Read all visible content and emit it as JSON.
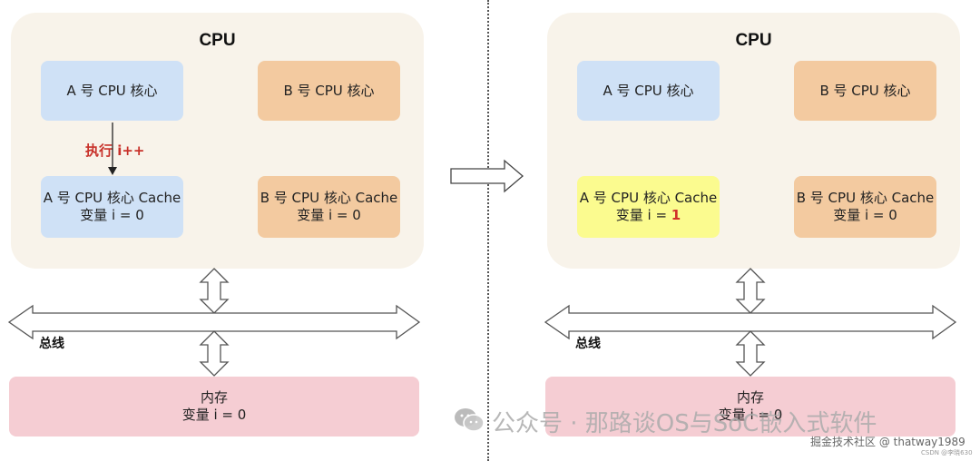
{
  "left": {
    "cpu_title": "CPU",
    "core_a": "A 号 CPU 核心",
    "core_b": "B 号 CPU 核心",
    "exec_label": "执行 i++",
    "cache_a": {
      "title": "A 号 CPU 核心 Cache",
      "var": "变量 i = 0"
    },
    "cache_b": {
      "title": "B 号 CPU 核心 Cache",
      "var": "变量 i = 0"
    },
    "bus_label": "总线",
    "memory": {
      "title": "内存",
      "var": "变量 i = 0"
    }
  },
  "right": {
    "cpu_title": "CPU",
    "core_a": "A 号 CPU 核心",
    "core_b": "B 号 CPU 核心",
    "cache_a": {
      "title": "A 号 CPU 核心 Cache",
      "var_prefix": "变量 i = ",
      "var_value": "1"
    },
    "cache_b": {
      "title": "B 号 CPU 核心 Cache",
      "var": "变量 i = 0"
    },
    "bus_label": "总线",
    "memory": {
      "title": "内存",
      "var": "变量 i = 0"
    }
  },
  "watermark": "公众号 · 那路谈OS与SoC嵌入式软件",
  "credit": "掘金技术社区 @ thatway1989",
  "credit_small": "CSDN @李晓630",
  "colors": {
    "cpu_bg": "#f8f3ea",
    "core_a": "#cfe1f6",
    "core_b": "#f3caa0",
    "cache_updated": "#fbfb8f",
    "memory": "#f5cdd3",
    "highlight_text": "#c8312a"
  }
}
